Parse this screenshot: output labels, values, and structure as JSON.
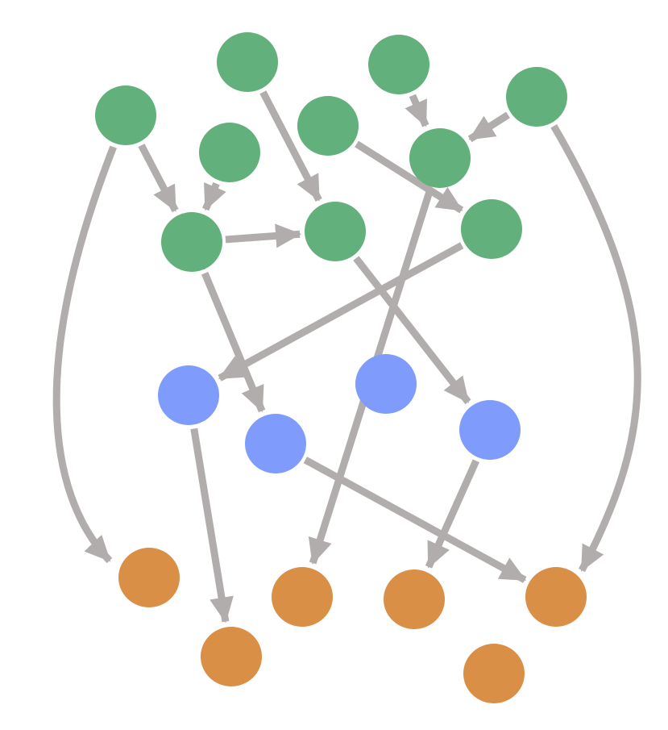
{
  "colors": {
    "source": "#62b07b",
    "intermediate": "#7f9cfc",
    "sink": "#d98f45",
    "edge": "#b1adac",
    "background": "#ffffff"
  },
  "nodes": [
    {
      "id": "n1",
      "group": "source"
    },
    {
      "id": "n2",
      "group": "source"
    },
    {
      "id": "n3",
      "group": "source"
    },
    {
      "id": "n4",
      "group": "source"
    },
    {
      "id": "n5",
      "group": "source"
    },
    {
      "id": "n6",
      "group": "source"
    },
    {
      "id": "n7",
      "group": "source"
    },
    {
      "id": "n8",
      "group": "source"
    },
    {
      "id": "n9",
      "group": "source"
    },
    {
      "id": "n10",
      "group": "source"
    },
    {
      "id": "n11",
      "group": "intermediate"
    },
    {
      "id": "n12",
      "group": "intermediate"
    },
    {
      "id": "n13",
      "group": "intermediate"
    },
    {
      "id": "n14",
      "group": "intermediate"
    },
    {
      "id": "n15",
      "group": "sink"
    },
    {
      "id": "n16",
      "group": "sink"
    },
    {
      "id": "n17",
      "group": "sink"
    },
    {
      "id": "n18",
      "group": "sink"
    },
    {
      "id": "n19",
      "group": "sink"
    },
    {
      "id": "n20",
      "group": "sink"
    }
  ],
  "edges": [
    {
      "from": "n2",
      "to": "n8"
    },
    {
      "from": "n1",
      "to": "n7"
    },
    {
      "from": "n6",
      "to": "n7"
    },
    {
      "from": "n7",
      "to": "n8"
    },
    {
      "from": "n4",
      "to": "n9"
    },
    {
      "from": "n3",
      "to": "n5"
    },
    {
      "from": "n10",
      "to": "n5"
    },
    {
      "from": "n9",
      "to": "n11"
    },
    {
      "from": "n7",
      "to": "n13"
    },
    {
      "from": "n8",
      "to": "n14"
    },
    {
      "from": "n1",
      "to": "n15"
    },
    {
      "from": "n11",
      "to": "n16"
    },
    {
      "from": "n5",
      "to": "n17"
    },
    {
      "from": "n14",
      "to": "n18"
    },
    {
      "from": "n13",
      "to": "n19"
    },
    {
      "from": "n10",
      "to": "n19"
    }
  ]
}
